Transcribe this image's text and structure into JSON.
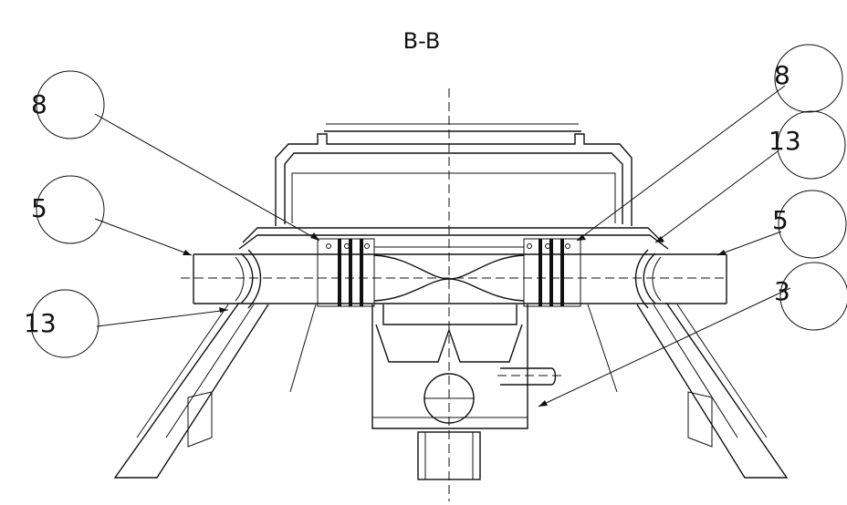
{
  "drawing": {
    "section_title": "B-B",
    "callouts": [
      {
        "id": "8",
        "text": "8"
      },
      {
        "id": "8",
        "text": "8"
      },
      {
        "id": "13",
        "text": "13"
      },
      {
        "id": "5",
        "text": "5"
      },
      {
        "id": "5",
        "text": "5"
      },
      {
        "id": "13",
        "text": "13"
      },
      {
        "id": "3",
        "text": "3"
      }
    ]
  },
  "colors": {
    "ink": "#111111",
    "background": "#ffffff"
  }
}
